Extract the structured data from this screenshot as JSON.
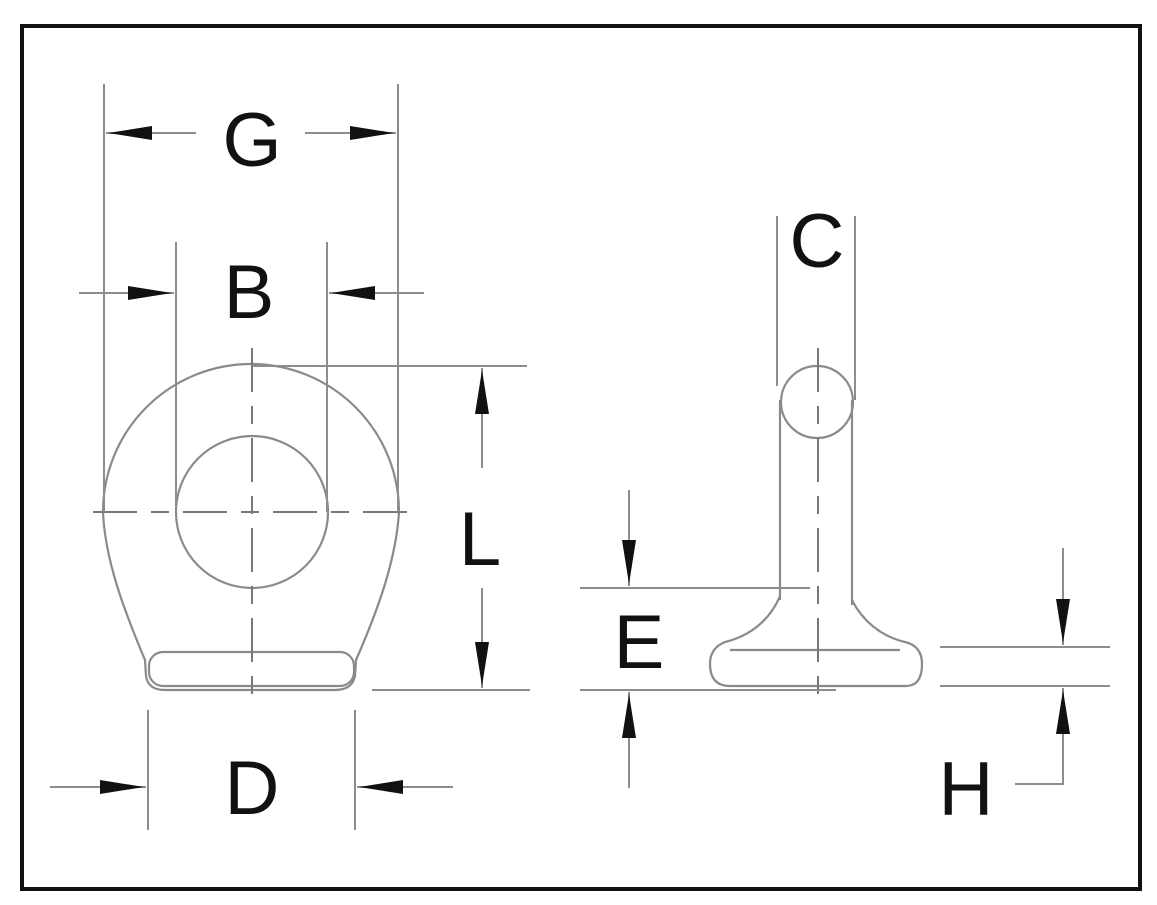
{
  "figure": {
    "labels": {
      "G": "G",
      "B": "B",
      "L": "L",
      "D": "D",
      "C": "C",
      "E": "E",
      "H": "H"
    }
  }
}
